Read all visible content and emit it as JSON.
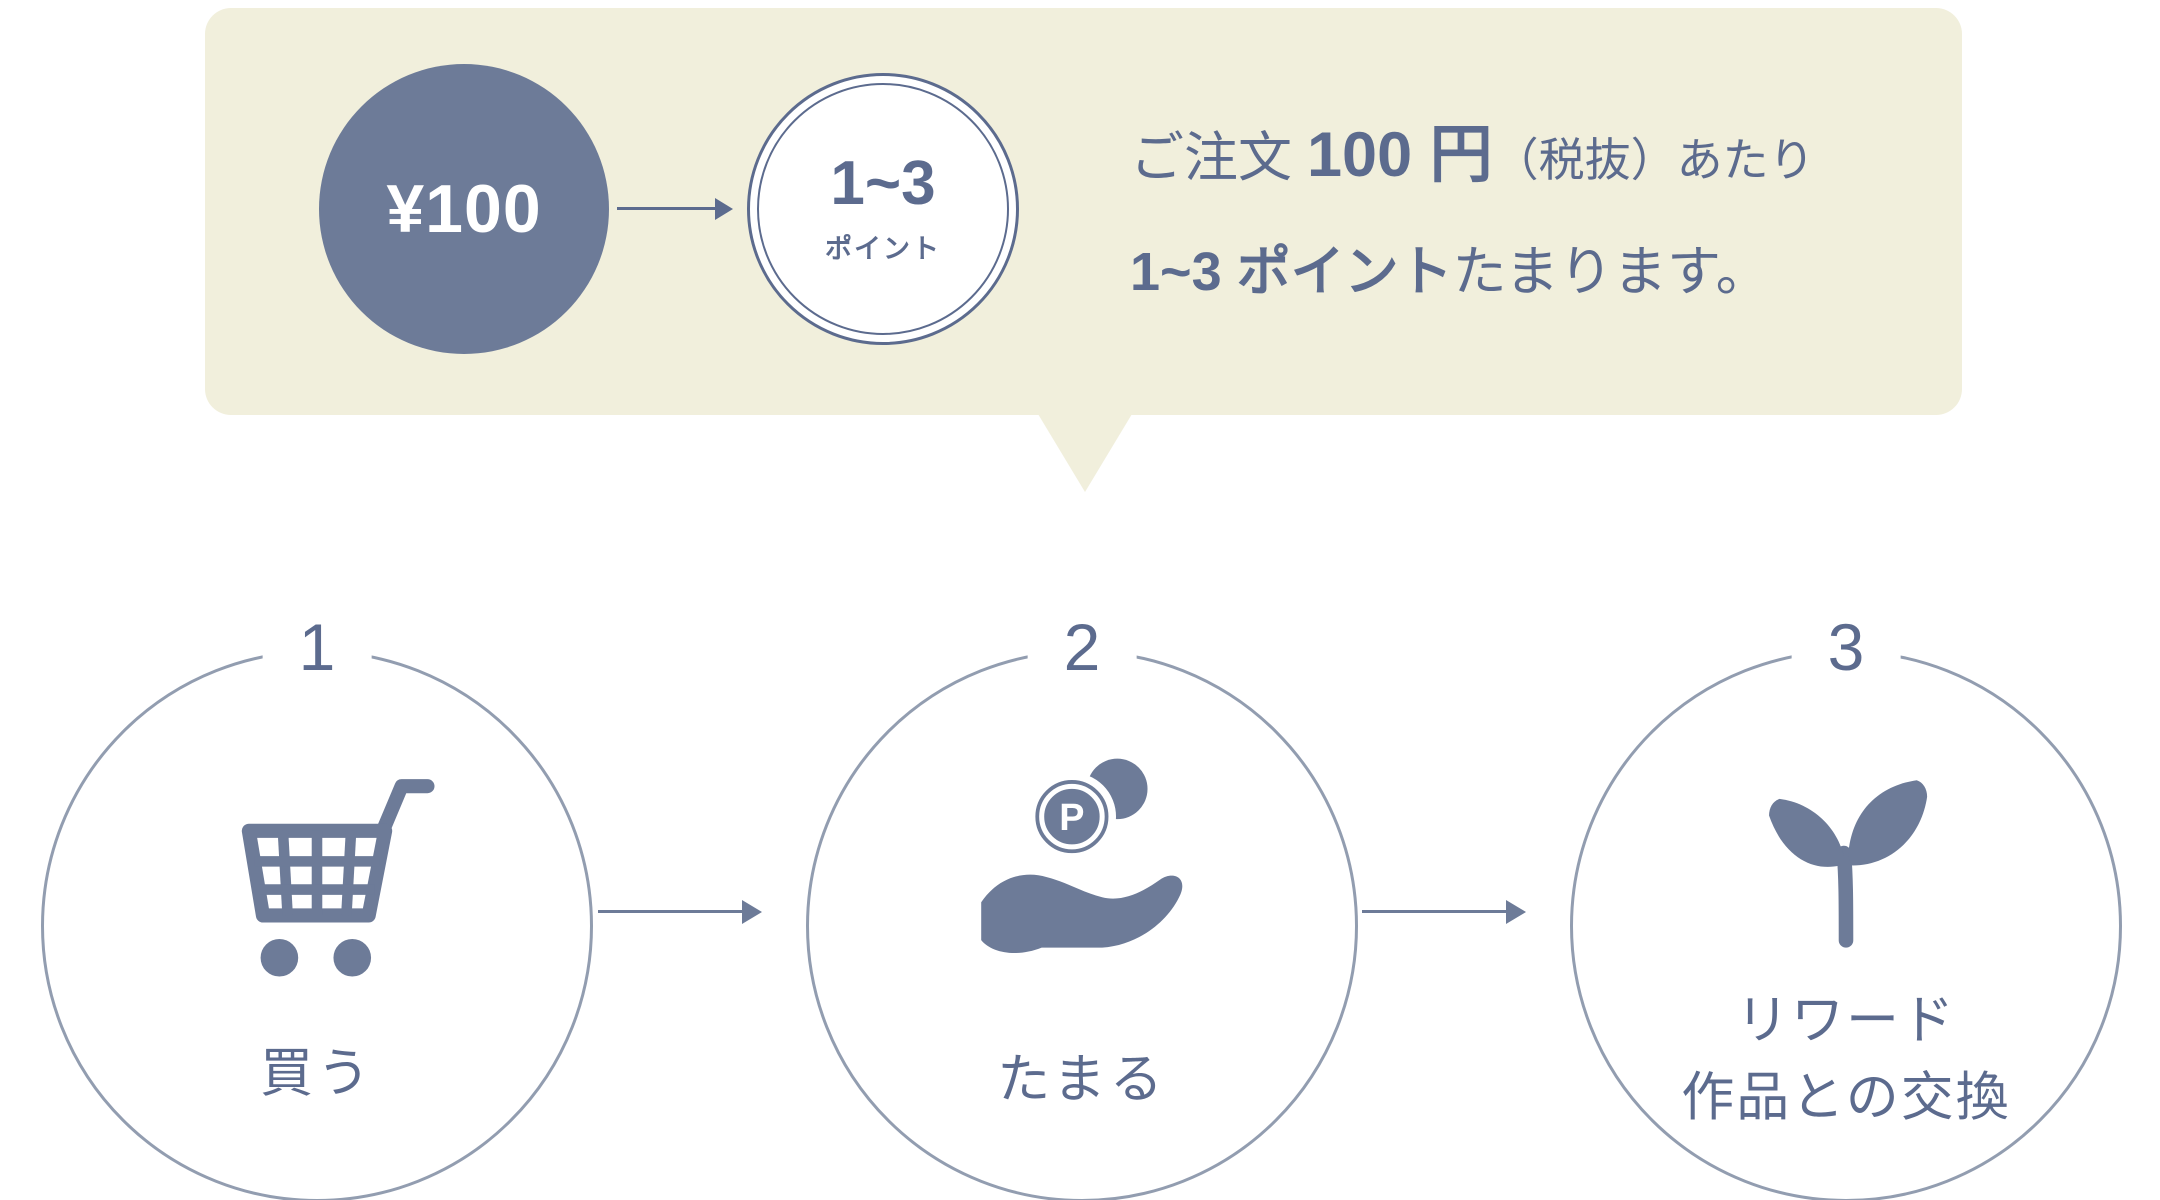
{
  "bubble": {
    "price": "¥100",
    "points_value": "1~3",
    "points_unit": "ポイント",
    "line1_pre": "ご注文 ",
    "line1_strong": "100 円",
    "line1_post": "（税抜）あたり",
    "line2_strong": "1~3 ポイント",
    "line2_post": "たまります。"
  },
  "steps": [
    {
      "number": "1",
      "label_lines": [
        "買う"
      ],
      "icon": "shopping-cart-icon"
    },
    {
      "number": "2",
      "label_lines": [
        "たまる"
      ],
      "icon": "hand-coins-icon"
    },
    {
      "number": "3",
      "label_lines": [
        "リワード",
        "作品との交換"
      ],
      "icon": "sprout-icon"
    }
  ],
  "icons": {
    "coin_letter": "P"
  },
  "colors": {
    "slate": "#6d7b98",
    "slate_text": "#5c6b8e",
    "circle_outline": "#929db0",
    "bubble_bg": "#f1efdc"
  }
}
